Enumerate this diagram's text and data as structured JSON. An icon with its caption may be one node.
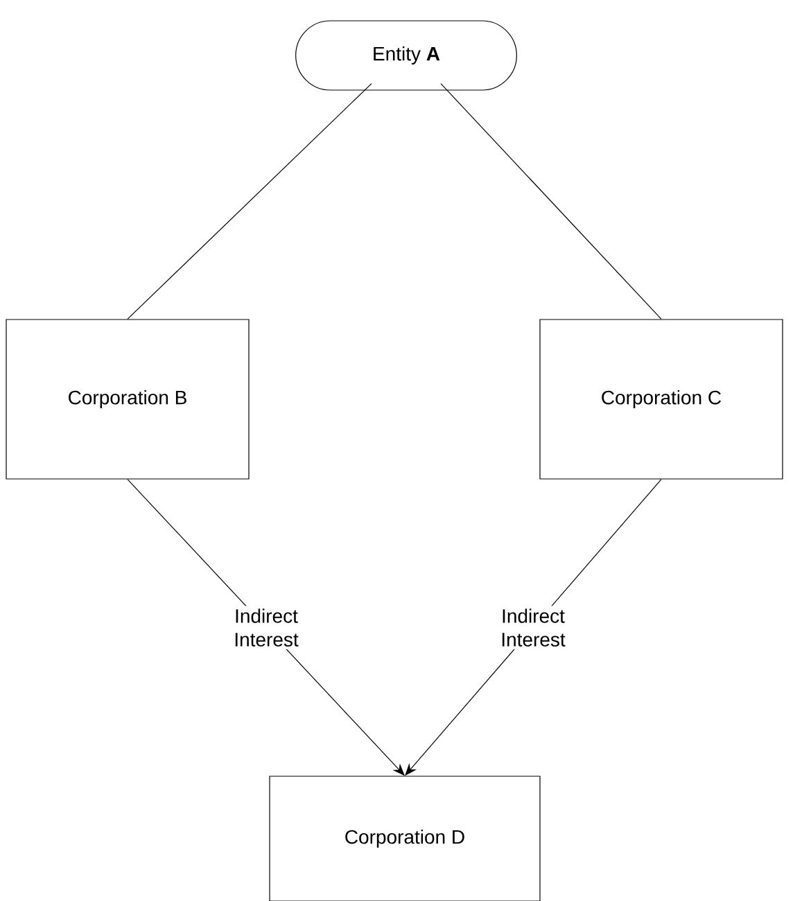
{
  "diagram": {
    "nodes": [
      {
        "text": [
          "Entity **A**"
        ]
      },
      {
        "text": [
          "Corporation B"
        ]
      },
      {
        "text": [
          "Corporation C"
        ]
      },
      {
        "text": [
          "Corporation D"
        ]
      }
    ],
    "edges": [
      {
        "from": 0,
        "to": 1,
        "arrow": "none"
      },
      {
        "from": 0,
        "to": 2,
        "arrow": "none"
      },
      {
        "from": 1,
        "to": 3,
        "arrow": "to",
        "label": "Indirect Interest"
      },
      {
        "from": 2,
        "to": 3,
        "arrow": "to",
        "label": "Indirect Interest"
      }
    ]
  }
}
